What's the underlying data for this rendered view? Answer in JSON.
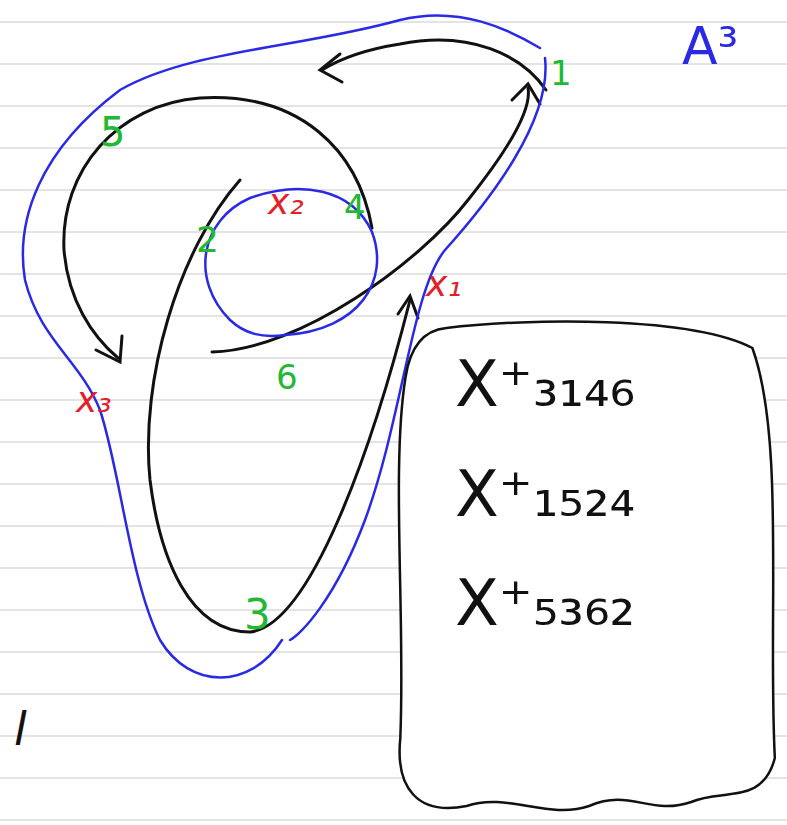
{
  "diagram": {
    "nodes": [
      {
        "text": [
          "X⁺₃₁₄₆",
          "X⁺₁₅₂₄",
          "X⁺₅₃₆₂"
        ]
      }
    ],
    "labels": [
      "A³",
      "1",
      "5",
      "x₂",
      "4",
      "2",
      "x₁",
      "6",
      "x₃",
      "3",
      "l"
    ]
  }
}
